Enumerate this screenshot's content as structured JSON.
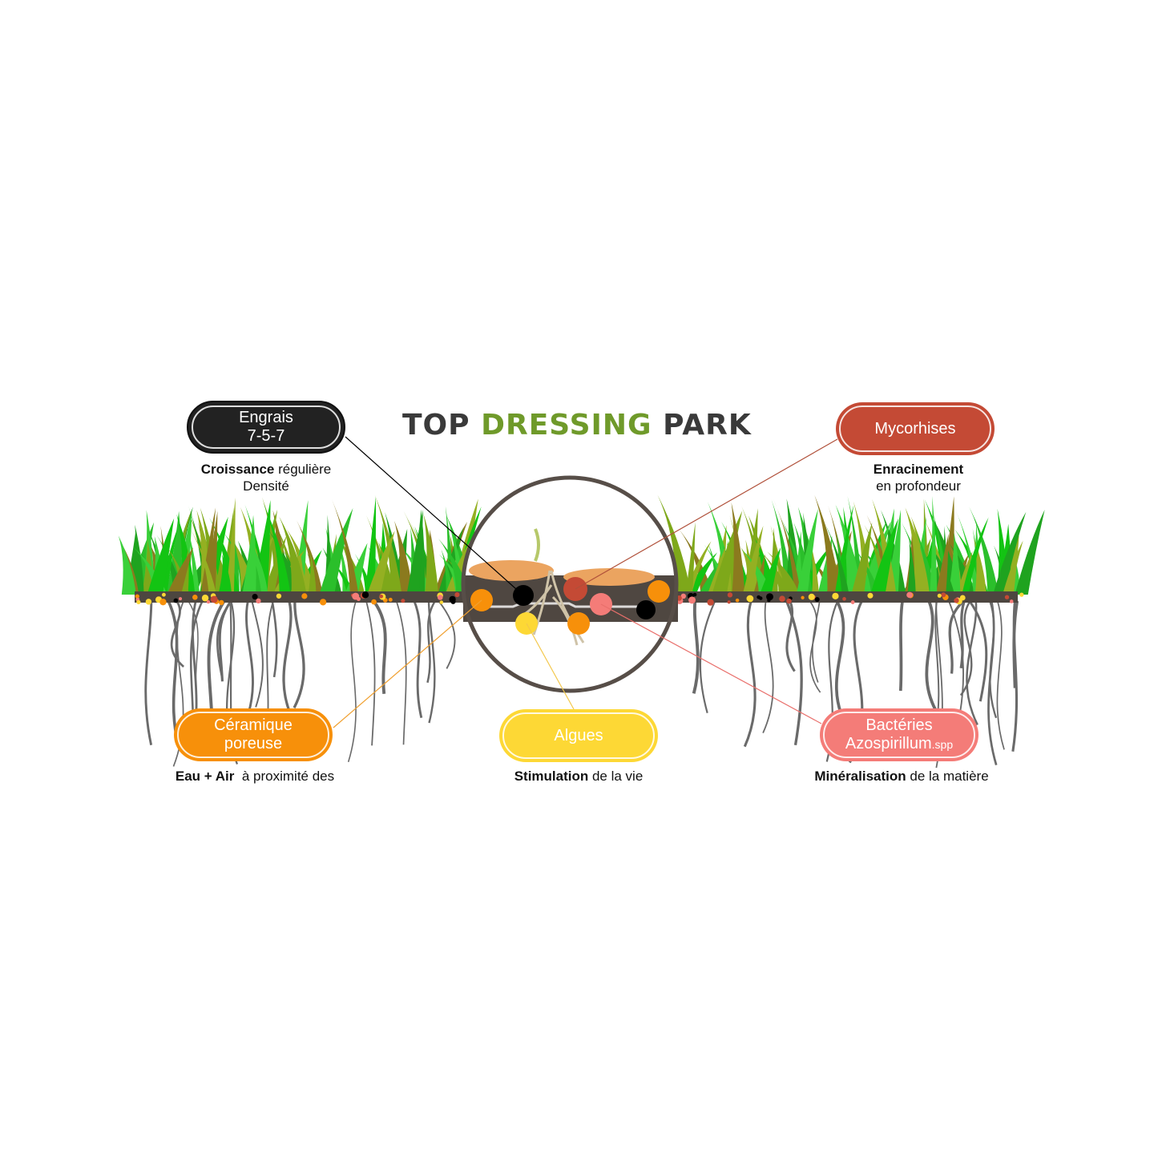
{
  "title": {
    "part1": "TOP",
    "part2": "DRESSING",
    "part3": "PARK"
  },
  "labels": {
    "engrais": {
      "line1": "Engrais",
      "line2": "7-5-7",
      "desc_bold": "Croissance",
      "desc_rest": " régulière",
      "desc_line2": "Densité",
      "color": "#222222"
    },
    "mycorhises": {
      "line1": "Mycorhises",
      "desc_bold": "Enracinement",
      "desc_line2": "en profondeur",
      "color": "#c44a35"
    },
    "ceramique": {
      "line1": "Céramique",
      "line2": "poreuse",
      "desc_bold": "Eau + Air",
      "desc_rest": "  à proximité des",
      "color": "#f7900a"
    },
    "algues": {
      "line1": "Algues",
      "desc_bold": "Stimulation",
      "desc_rest": " de la vie",
      "color": "#fdd835"
    },
    "bacteries": {
      "line1": "Bactéries",
      "line2": "Azospirillum",
      "line2_suffix": ".spp",
      "desc_bold": "Minéralisation",
      "desc_rest": " de la matière",
      "color": "#f47c78"
    }
  }
}
